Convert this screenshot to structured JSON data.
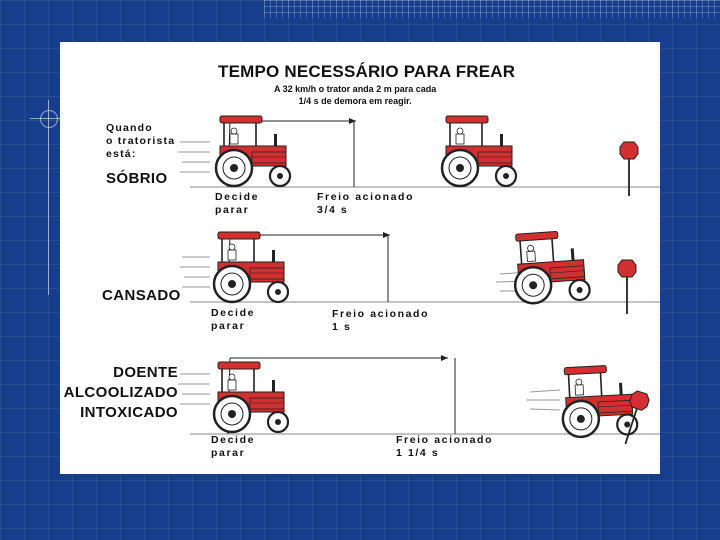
{
  "title": "TEMPO NECESSÁRIO PARA FREAR",
  "subtitle": "A 32 km/h o trator anda 2 m para cada\n1/4 s de demora em reagir.",
  "question": "Quando\no tratorista\nestá:",
  "colors": {
    "tractor": "#d23030",
    "background": "#173e8c",
    "ink": "#222222"
  },
  "rows": [
    {
      "condition": "SÓBRIO",
      "decide": "Decide\nparar",
      "brake": "Freio acionado\n3/4 s"
    },
    {
      "condition": "CANSADO",
      "decide": "Decide\nparar",
      "brake": "Freio acionado\n1 s"
    },
    {
      "condition": "DOENTE\nALCOOLIZADO\nINTOXICADO",
      "decide": "Decide\nparar",
      "brake": "Freio acionado\n1 1/4 s"
    }
  ]
}
